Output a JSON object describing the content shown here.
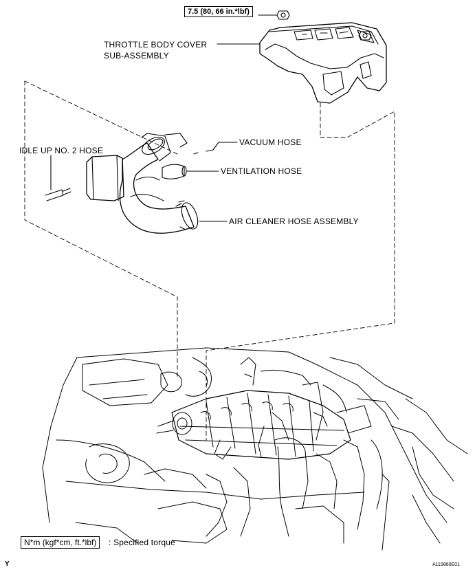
{
  "torque_value": "7.5 (80, 66 in.*lbf)",
  "labels": {
    "throttle_cover_line1": "THROTTLE BODY COVER",
    "throttle_cover_line2": "SUB-ASSEMBLY",
    "idle_up_hose": "IDLE UP NO. 2 HOSE",
    "vacuum_hose": "VACUUM HOSE",
    "ventilation_hose": "VENTILATION HOSE",
    "air_cleaner_hose": "AIR CLEANER HOSE ASSEMBLY"
  },
  "legend": {
    "unit_box": "N*m (kgf*cm, ft.*lbf)",
    "description": ": Specified torque"
  },
  "footer": {
    "corner_letter": "Y",
    "figure_code": "A119860E01"
  }
}
